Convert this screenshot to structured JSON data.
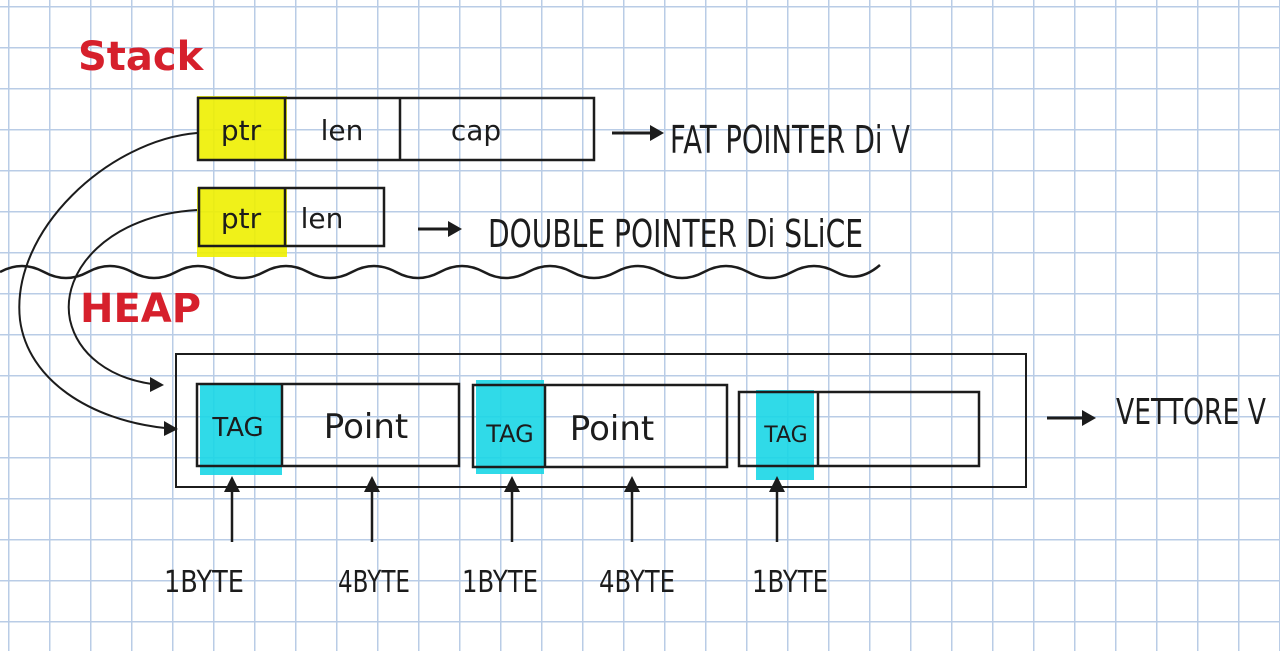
{
  "stack": {
    "title": "Stack",
    "vec_fields": [
      "ptr",
      "len",
      "cap"
    ],
    "vec_label": "FAT POINTER Di V",
    "slice_fields": [
      "ptr",
      "len"
    ],
    "slice_label": "DOUBLE POINTER Di SLiCE"
  },
  "heap": {
    "title": "HEAP",
    "cells": [
      "TAG",
      "Point",
      "TAG",
      "Point",
      "TAG",
      ""
    ],
    "container_label": "VETTORE V",
    "sizes": [
      "1BYTE",
      "4BYTE",
      "1BYTE",
      "4BYTE",
      "1BYTE"
    ]
  },
  "colors": {
    "ptr_highlight": "#eef000",
    "tag_highlight": "#19d6e6",
    "title_color": "#d6202c",
    "ink": "#1c1c1c"
  }
}
